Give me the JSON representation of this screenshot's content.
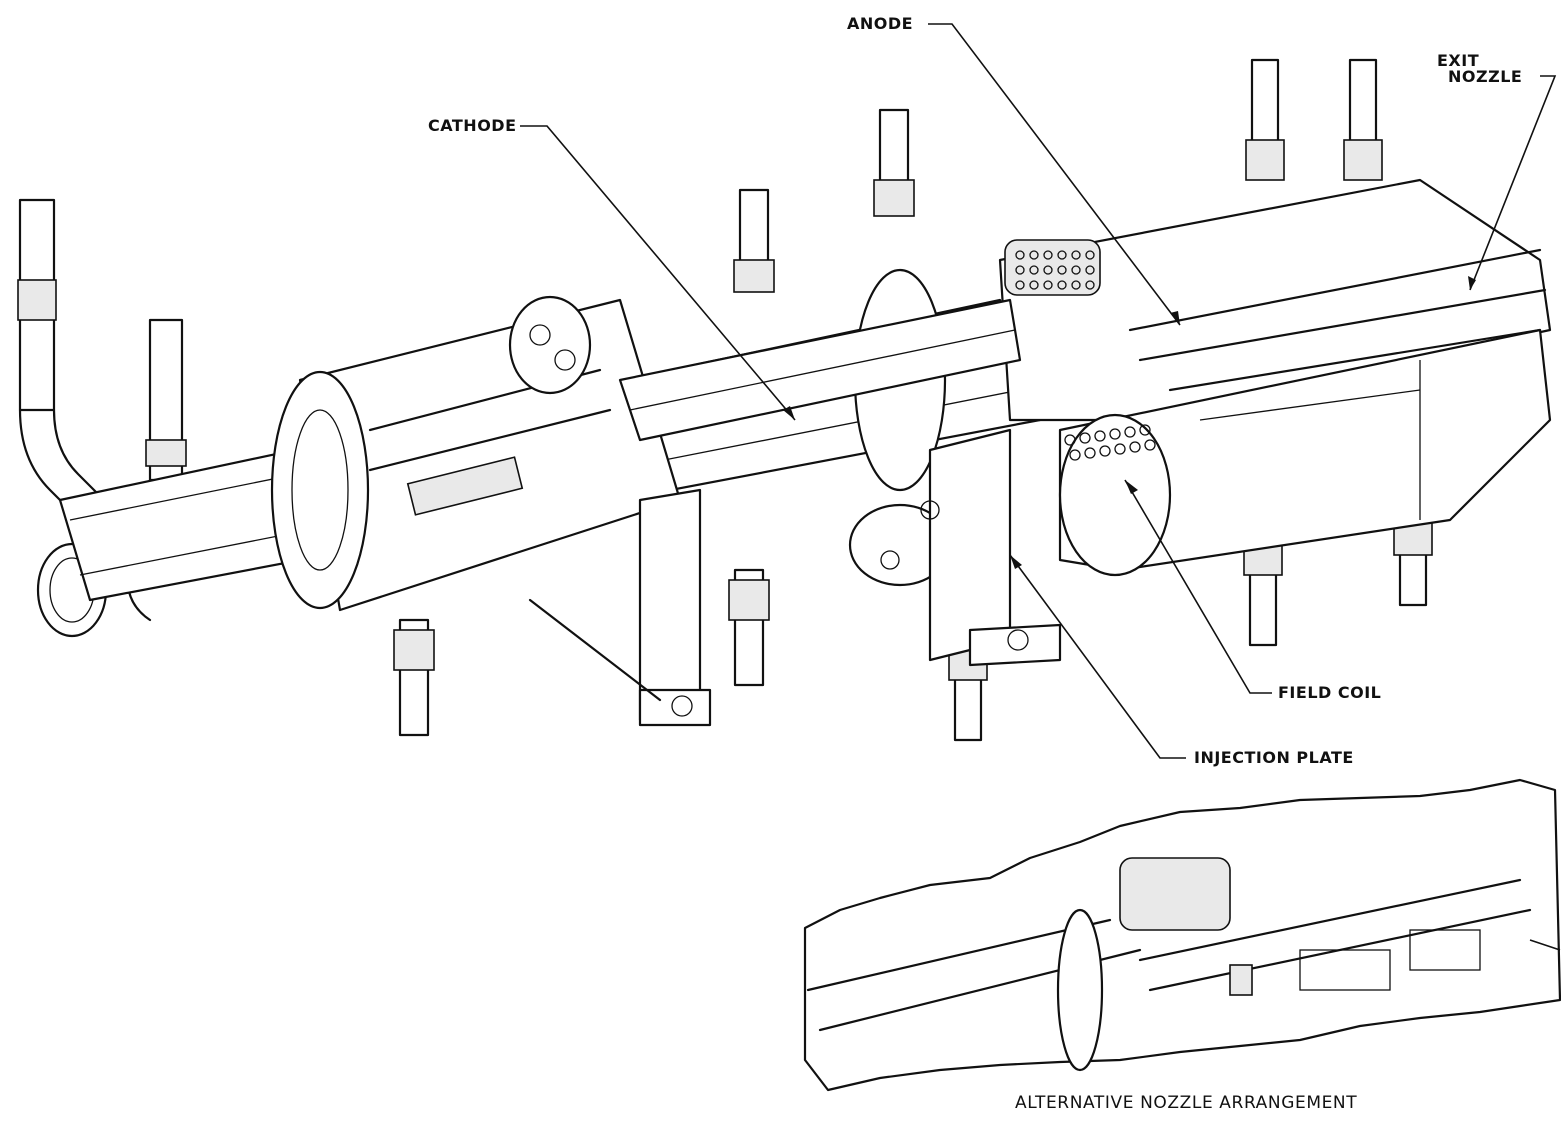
{
  "labels": {
    "anode": "ANODE",
    "cathode": "CATHODE",
    "exit_nozzle_line1": "EXIT",
    "exit_nozzle_line2": "NOZZLE",
    "field_coil": "FIELD COIL",
    "injection_plate": "INJECTION PLATE"
  },
  "inset": {
    "caption": "ALTERNATIVE NOZZLE ARRANGEMENT"
  },
  "colors": {
    "ink": "#111111",
    "paper": "#ffffff"
  }
}
